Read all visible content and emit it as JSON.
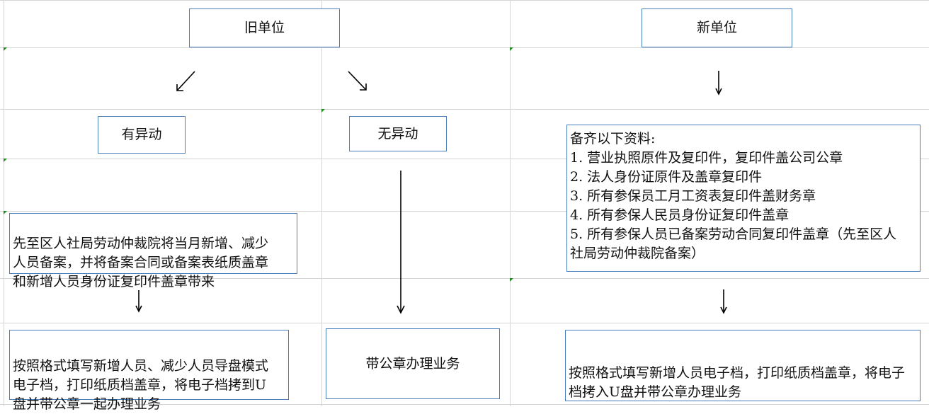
{
  "old_unit": {
    "label": "旧单位"
  },
  "new_unit": {
    "label": "新单位"
  },
  "changed": {
    "label": "有异动"
  },
  "unchanged": {
    "label": "无异动"
  },
  "changed_step1": {
    "text": "先至区人社局劳动仲裁院将当月新增、减少\n人员备案，并将备案合同或备案表纸质盖章\n和新增人员身份证复印件盖章带来"
  },
  "changed_step2": {
    "text": "按照格式填写新增人员、减少人员导盘模式\n电子档，打印纸质档盖章，将电子档拷到U\n盘并带公章一起办理业务"
  },
  "unchanged_step": {
    "text": "带公章办理业务"
  },
  "new_materials": {
    "heading": "备齐以下资料:",
    "items": [
      "1. 营业执照原件及复印件，复印件盖公司公章",
      "2. 法人身份证原件及盖章复印件",
      "3. 所有参保员工月工资表复印件盖财务章",
      "4. 所有参保人民员身份证复印件盖章",
      "5. 所有参保人员已备案劳动合同复印件盖章（先至区人",
      "社局劳动仲裁院备案）"
    ]
  },
  "new_step": {
    "text": "按照格式填写新增人员电子档，打印纸质档盖章，将电子\n档拷入U盘并带公章办理业务"
  }
}
